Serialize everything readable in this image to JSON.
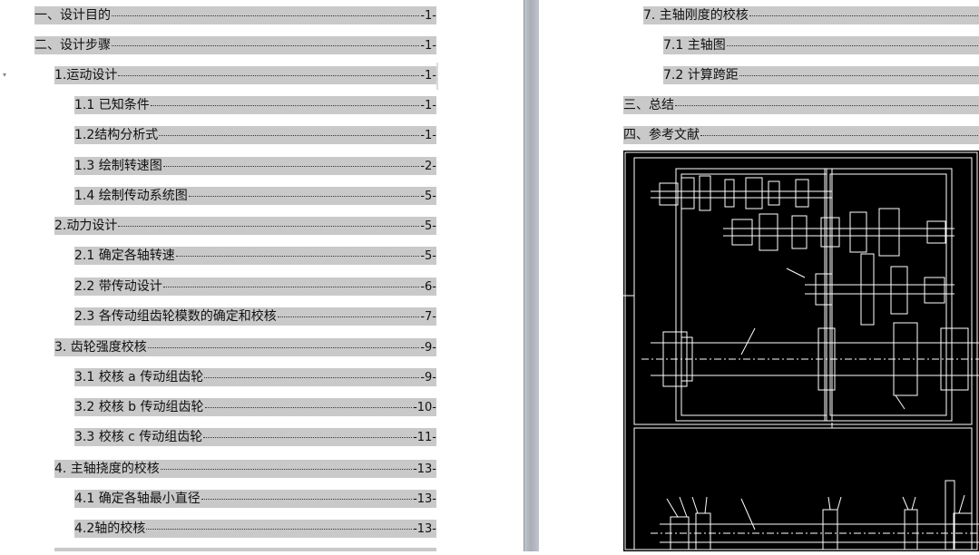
{
  "left_page": {
    "entries": [
      {
        "text": "一、设计目的",
        "page": "-1-"
      },
      {
        "text": "二、设计步骤",
        "page": "-1-"
      },
      {
        "text": "1.运动设计",
        "page": "-1-"
      },
      {
        "text": "1.1 已知条件",
        "page": "-1-"
      },
      {
        "text": "1.2结构分析式",
        "page": "-1-"
      },
      {
        "text": "1.3 绘制转速图",
        "page": "-2-"
      },
      {
        "text": "1.4 绘制传动系统图",
        "page": "-5-"
      },
      {
        "text": "2.动力设计",
        "page": "-5-"
      },
      {
        "text": "2.1 确定各轴转速",
        "page": "-5-"
      },
      {
        "text": "2.2  带传动设计",
        "page": "-6-"
      },
      {
        "text": "2.3  各传动组齿轮模数的确定和校核",
        "page": "-7-"
      },
      {
        "text": "3. 齿轮强度校核",
        "page": "-9-"
      },
      {
        "text": "3.1 校核 a 传动组齿轮",
        "page": "-9-"
      },
      {
        "text": "3.2  校核 b 传动组齿轮",
        "page": "-10-"
      },
      {
        "text": "3.3 校核 c 传动组齿轮",
        "page": "-11-"
      },
      {
        "text": "4. 主轴挠度的校核",
        "page": "-13-"
      },
      {
        "text": "4.1 确定各轴最小直径",
        "page": "-13-"
      },
      {
        "text": "4.2轴的校核",
        "page": "-13-"
      }
    ]
  },
  "right_page": {
    "entries": [
      {
        "text": "7. 主轴刚度的校核",
        "page": ""
      },
      {
        "text": "7.1 主轴图",
        "page": ""
      },
      {
        "text": "7.2 计算跨距",
        "page": ""
      },
      {
        "text": "三、总结",
        "page": ""
      },
      {
        "text": "四、参考文献",
        "page": ""
      }
    ]
  }
}
